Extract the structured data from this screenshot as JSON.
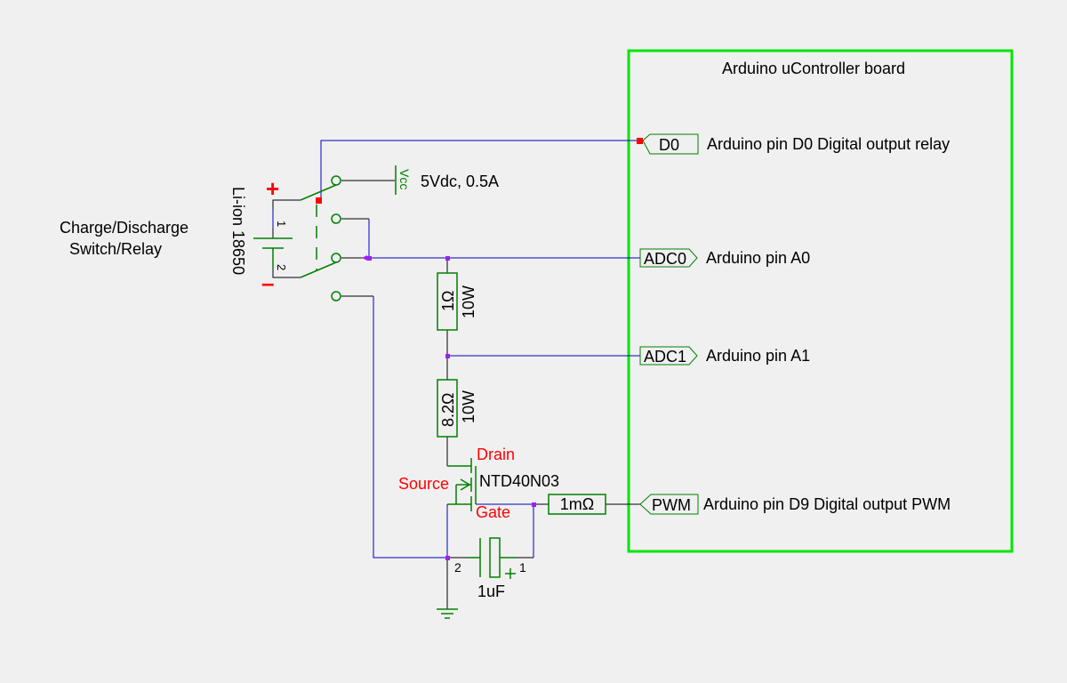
{
  "board": {
    "title": "Arduino uController board",
    "border_color": "#00e600"
  },
  "ports": [
    {
      "name": "D0",
      "description": "Arduino pin D0 Digital output relay",
      "direction": "in"
    },
    {
      "name": "ADC0",
      "description": "Arduino pin A0",
      "direction": "out"
    },
    {
      "name": "ADC1",
      "description": "Arduino pin A1",
      "direction": "out"
    },
    {
      "name": "PWM",
      "description": "Arduino pin D9 Digital output PWM",
      "direction": "in"
    }
  ],
  "relay": {
    "label_line1": "Charge/Discharge",
    "label_line2": "Switch/Relay"
  },
  "battery": {
    "label": "Li-ion   18650",
    "plus": "+",
    "minus": "–",
    "pin1": "1",
    "pin2": "2"
  },
  "supply": {
    "symbol": "Vcc",
    "value": "5Vdc, 0.5A"
  },
  "resistors": [
    {
      "value": "1Ω",
      "power": "10W"
    },
    {
      "value": "8.2Ω",
      "power": "10W"
    },
    {
      "value": "1mΩ"
    }
  ],
  "mosfet": {
    "part": "NTD40N03",
    "drain": "Drain",
    "source": "Source",
    "gate": "Gate"
  },
  "capacitor": {
    "value": "1uF",
    "pin1": "1",
    "pin2": "2",
    "plus": "+"
  },
  "colors": {
    "wire": "#0000c0",
    "component": "#008000",
    "annotation": "#ff0000",
    "junction": "#a020f0",
    "board": "#00e600"
  }
}
